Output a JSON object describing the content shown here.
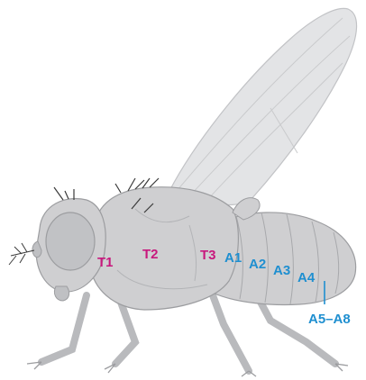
{
  "colors": {
    "thorax_label": "#c8187d",
    "abdomen_label": "#1f8fd0",
    "body_fill": "#cfcfd1",
    "body_shade": "#b9babd",
    "wing_fill": "#e3e4e6",
    "outline": "#9c9da0",
    "bristle": "#3a3a3a"
  },
  "labels": {
    "thorax": [
      "T1",
      "T2",
      "T3"
    ],
    "abdomen": [
      "A1",
      "A2",
      "A3",
      "A4"
    ],
    "abdomen_tail": "A5–A8"
  }
}
